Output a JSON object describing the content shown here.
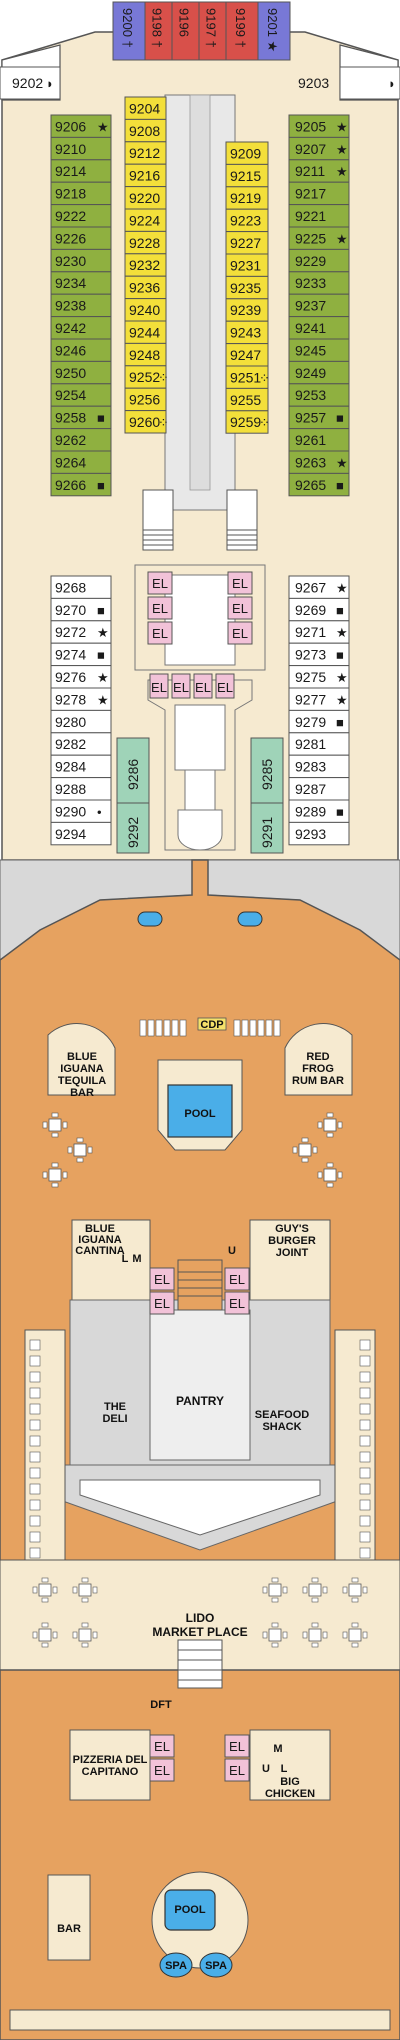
{
  "colors": {
    "cabin_outside": "#8fb040",
    "cabin_inside": "#f3df3a",
    "cabin_suite": "#9fd3b8",
    "cabin_top": "#7878d6",
    "cabin_top_red": "#d8504a",
    "elevator": "#f2c2d8",
    "deck_wood": "#e6a260",
    "corridor": "#f6ead0",
    "structure": "#d8d8d8",
    "outline": "#555555"
  },
  "top_cabins": [
    {
      "num": "9200",
      "mark": "†"
    },
    {
      "num": "9198",
      "mark": "†"
    },
    {
      "num": "9196",
      "mark": ""
    },
    {
      "num": "9197",
      "mark": "†"
    },
    {
      "num": "9199",
      "mark": "†"
    },
    {
      "num": "9201",
      "mark": "★"
    }
  ],
  "corner_cabins": {
    "left": {
      "num": "9202",
      "mark": "◗"
    },
    "right": {
      "num": "9203",
      "mark": "◗"
    }
  },
  "outer_left": [
    {
      "num": "9206",
      "mark": "★"
    },
    {
      "num": "9210",
      "mark": ""
    },
    {
      "num": "9214",
      "mark": ""
    },
    {
      "num": "9218",
      "mark": ""
    },
    {
      "num": "9222",
      "mark": ""
    },
    {
      "num": "9226",
      "mark": ""
    },
    {
      "num": "9230",
      "mark": ""
    },
    {
      "num": "9234",
      "mark": ""
    },
    {
      "num": "9238",
      "mark": ""
    },
    {
      "num": "9242",
      "mark": ""
    },
    {
      "num": "9246",
      "mark": ""
    },
    {
      "num": "9250",
      "mark": ""
    },
    {
      "num": "9254",
      "mark": ""
    },
    {
      "num": "9258",
      "mark": "■"
    },
    {
      "num": "9262",
      "mark": ""
    },
    {
      "num": "9264",
      "mark": ""
    },
    {
      "num": "9266",
      "mark": "■"
    }
  ],
  "outer_right": [
    {
      "num": "9205",
      "mark": "★"
    },
    {
      "num": "9207",
      "mark": "★"
    },
    {
      "num": "9211",
      "mark": "★"
    },
    {
      "num": "9217",
      "mark": ""
    },
    {
      "num": "9221",
      "mark": ""
    },
    {
      "num": "9225",
      "mark": "★"
    },
    {
      "num": "9229",
      "mark": ""
    },
    {
      "num": "9233",
      "mark": ""
    },
    {
      "num": "9237",
      "mark": ""
    },
    {
      "num": "9241",
      "mark": ""
    },
    {
      "num": "9245",
      "mark": ""
    },
    {
      "num": "9249",
      "mark": ""
    },
    {
      "num": "9253",
      "mark": ""
    },
    {
      "num": "9257",
      "mark": "■"
    },
    {
      "num": "9261",
      "mark": ""
    },
    {
      "num": "9263",
      "mark": "★"
    },
    {
      "num": "9265",
      "mark": "■"
    }
  ],
  "inner_left": [
    {
      "num": "9204",
      "mark": ""
    },
    {
      "num": "9208",
      "mark": ""
    },
    {
      "num": "9212",
      "mark": ""
    },
    {
      "num": "9216",
      "mark": ""
    },
    {
      "num": "9220",
      "mark": ""
    },
    {
      "num": "9224",
      "mark": ""
    },
    {
      "num": "9228",
      "mark": ""
    },
    {
      "num": "9232",
      "mark": ""
    },
    {
      "num": "9236",
      "mark": ""
    },
    {
      "num": "9240",
      "mark": ""
    },
    {
      "num": "9244",
      "mark": ""
    },
    {
      "num": "9248",
      "mark": ""
    },
    {
      "num": "9252",
      "mark": "⁘"
    },
    {
      "num": "9256",
      "mark": ""
    },
    {
      "num": "9260",
      "mark": "⁘"
    }
  ],
  "inner_right": [
    {
      "num": "9209",
      "mark": ""
    },
    {
      "num": "9215",
      "mark": ""
    },
    {
      "num": "9219",
      "mark": ""
    },
    {
      "num": "9223",
      "mark": ""
    },
    {
      "num": "9227",
      "mark": ""
    },
    {
      "num": "9231",
      "mark": ""
    },
    {
      "num": "9235",
      "mark": ""
    },
    {
      "num": "9239",
      "mark": ""
    },
    {
      "num": "9243",
      "mark": ""
    },
    {
      "num": "9247",
      "mark": ""
    },
    {
      "num": "9251",
      "mark": "⁘"
    },
    {
      "num": "9255",
      "mark": ""
    },
    {
      "num": "9259",
      "mark": "⁘"
    }
  ],
  "lower_left": [
    {
      "num": "9268",
      "mark": ""
    },
    {
      "num": "9270",
      "mark": "■"
    },
    {
      "num": "9272",
      "mark": "★"
    },
    {
      "num": "9274",
      "mark": "■"
    },
    {
      "num": "9276",
      "mark": "★"
    },
    {
      "num": "9278",
      "mark": "★"
    },
    {
      "num": "9280",
      "mark": ""
    },
    {
      "num": "9282",
      "mark": ""
    },
    {
      "num": "9284",
      "mark": ""
    },
    {
      "num": "9288",
      "mark": ""
    },
    {
      "num": "9290",
      "mark": "•"
    },
    {
      "num": "9294",
      "mark": ""
    }
  ],
  "lower_right": [
    {
      "num": "9267",
      "mark": "★"
    },
    {
      "num": "9269",
      "mark": "■"
    },
    {
      "num": "9271",
      "mark": "★"
    },
    {
      "num": "9273",
      "mark": "■"
    },
    {
      "num": "9275",
      "mark": "★"
    },
    {
      "num": "9277",
      "mark": "★"
    },
    {
      "num": "9279",
      "mark": "■"
    },
    {
      "num": "9281",
      "mark": ""
    },
    {
      "num": "9283",
      "mark": ""
    },
    {
      "num": "9287",
      "mark": ""
    },
    {
      "num": "9289",
      "mark": "■"
    },
    {
      "num": "9293",
      "mark": ""
    }
  ],
  "suites": {
    "left_top": "9286",
    "left_bottom": "9292",
    "right_top": "9285",
    "right_bottom": "9291"
  },
  "elevator_label": "EL",
  "venues": {
    "cdp": "CDP",
    "pool_fwd": "POOL",
    "pool_aft": "POOL",
    "blue_iguana_bar": [
      "BLUE",
      "IGUANA",
      "TEQUILA",
      "BAR"
    ],
    "red_frog": [
      "RED",
      "FROG",
      "RUM BAR"
    ],
    "blue_iguana_cantina": [
      "BLUE",
      "IGUANA",
      "CANTINA"
    ],
    "guys_burger": [
      "GUY'S",
      "BURGER",
      "JOINT"
    ],
    "the_deli": [
      "THE",
      "DELI"
    ],
    "pantry": "PANTRY",
    "seafood": [
      "SEAFOOD",
      "SHACK"
    ],
    "lido": [
      "LIDO",
      "MARKET PLACE"
    ],
    "pizzeria": [
      "PIZZERIA DEL",
      "CAPITANO"
    ],
    "big_chicken": [
      "BIG",
      "CHICKEN"
    ],
    "bar": "BAR",
    "spa": "SPA",
    "dft": "DFT",
    "restroom_m": "M",
    "restroom_l": "L",
    "restroom_u": "U"
  }
}
